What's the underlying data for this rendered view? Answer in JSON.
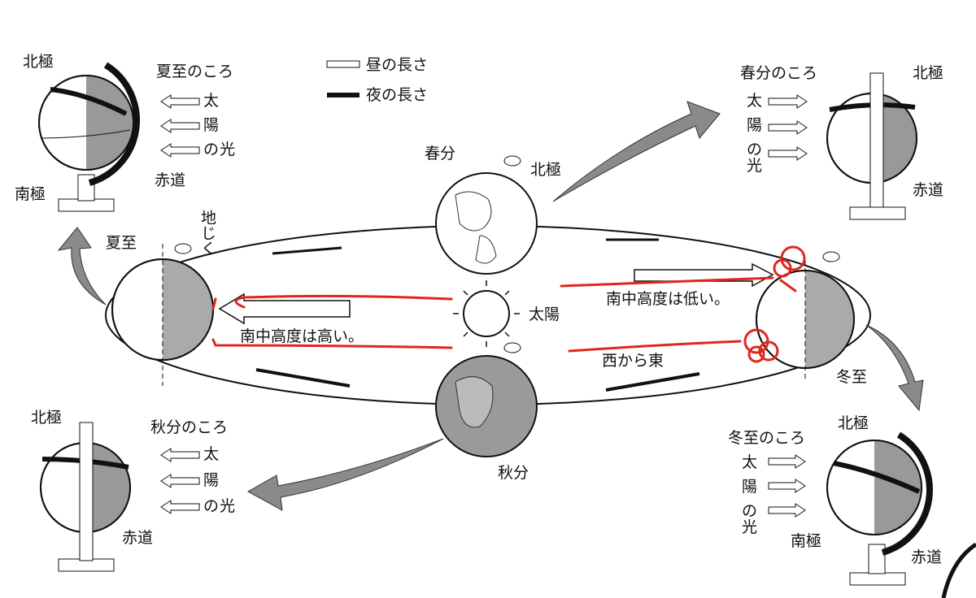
{
  "legend": {
    "day_length": "昼の長さ",
    "night_length": "夜の長さ"
  },
  "panels": {
    "summer": {
      "title": "夏至のころ",
      "north_pole": "北極",
      "south_pole": "南極",
      "equator": "赤道",
      "sunlight": [
        "太",
        "陽",
        "の",
        "光"
      ]
    },
    "spring": {
      "title": "春分のころ",
      "north_pole": "北極",
      "equator": "赤道",
      "sunlight": [
        "太",
        "陽",
        "の",
        "光"
      ]
    },
    "autumn": {
      "title": "秋分のころ",
      "north_pole": "北極",
      "equator": "赤道",
      "sunlight": [
        "太",
        "陽",
        "の",
        "光"
      ]
    },
    "winter": {
      "title": "冬至のころ",
      "north_pole": "北極",
      "south_pole": "南極",
      "equator": "赤道",
      "sunlight": [
        "太",
        "陽",
        "の",
        "光"
      ]
    }
  },
  "orbit": {
    "spring_equinox": "春分",
    "north_pole": "北極",
    "axis": "地じく",
    "summer_solstice": "夏至",
    "sun": "太陽",
    "high_altitude": "南中高度は高い。",
    "low_altitude": "南中高度は低い。",
    "west_to_east": "西から東",
    "winter_solstice": "冬至",
    "autumn_equinox": "秋分"
  },
  "colors": {
    "annotation": "#e0261e",
    "shade": "#9a9a9a",
    "arrow": "#8a8a8a"
  }
}
